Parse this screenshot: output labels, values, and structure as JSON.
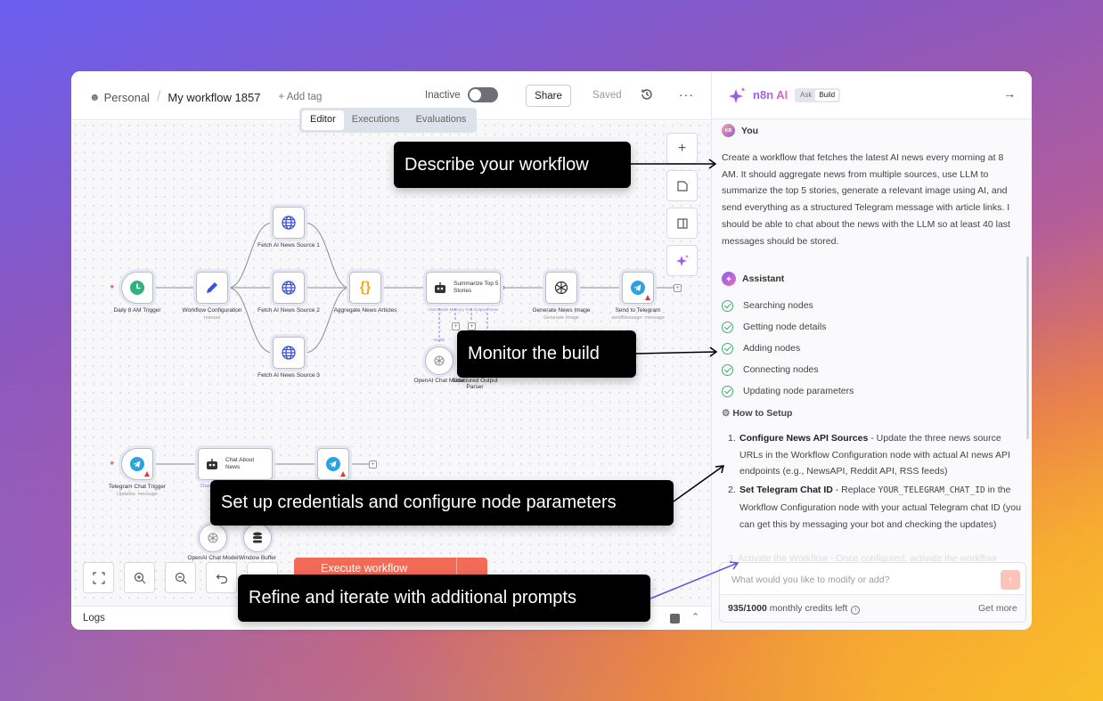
{
  "header": {
    "project": "Personal",
    "workflow_name": "My workflow 1857",
    "add_tag": "+ Add tag",
    "status_label": "Inactive",
    "share": "Share",
    "saved": "Saved",
    "more": "···"
  },
  "tabs": [
    {
      "label": "Editor",
      "active": true
    },
    {
      "label": "Executions",
      "active": false
    },
    {
      "label": "Evaluations",
      "active": false
    }
  ],
  "canvas": {
    "nodes": {
      "daily_trigger": {
        "label": "Daily 8 AM Trigger"
      },
      "workflow_config": {
        "label": "Workflow Configuration",
        "sub": "manual"
      },
      "fetch1": {
        "label": "Fetch AI News Source 1"
      },
      "fetch2": {
        "label": "Fetch AI News Source 2"
      },
      "fetch3": {
        "label": "Fetch AI News Source 3"
      },
      "aggregate": {
        "label": "Aggregate News Articles"
      },
      "summarize": {
        "label": "Summarize Top 5 Stories",
        "ports": "Chat Model  Memory  Tool  Output Parser"
      },
      "gen_image": {
        "label": "Generate News Image",
        "sub": "Generate Image"
      },
      "send_tg": {
        "label": "Send to Telegram",
        "sub": "sendMessage: message"
      },
      "openai_model": {
        "label": "OpenAI Chat Model",
        "port": "Model"
      },
      "output_parser": {
        "label": "Structured Output Parser"
      },
      "tg_chat_trigger": {
        "label": "Telegram Chat Trigger",
        "sub": "Updates: message"
      },
      "chat_about": {
        "label": "Chat About News",
        "ports": "Chat"
      },
      "openai_model2": {
        "label": "OpenAI Chat Model"
      },
      "window_buffer": {
        "label": "Window Buffer"
      }
    },
    "execute_button": "Execute workflow"
  },
  "logs": {
    "label": "Logs"
  },
  "panel": {
    "title": "n8n AI",
    "mode": [
      {
        "label": "Ask",
        "active": false
      },
      {
        "label": "Build",
        "active": true
      }
    ],
    "you_label": "You",
    "avatar_initials": "KB",
    "prompt": "Create a workflow that fetches the latest AI news every morning at 8 AM. It should aggregate news from multiple sources, use LLM to summarize the top 5 stories, generate a relevant image using AI, and send everything as a structured Telegram message with article links. I should be able to chat about the news with the LLM so at least 40 last messages should be stored.",
    "assistant_label": "Assistant",
    "steps": [
      "Searching nodes",
      "Getting node details",
      "Adding nodes",
      "Connecting nodes",
      "Updating node parameters"
    ],
    "how_to": "How to Setup",
    "setup": [
      {
        "num": "1.",
        "title": "Configure News API Sources",
        "text": " - Update the three news source URLs in the Workflow Configuration node with actual AI news API endpoints (e.g., NewsAPI, Reddit API, RSS feeds)"
      },
      {
        "num": "2.",
        "title": "Set Telegram Chat ID",
        "pre": " - Replace ",
        "code": "YOUR_TELEGRAM_CHAT_ID",
        "text": " in the Workflow Configuration node with your actual Telegram chat ID (you can get this by messaging your bot and checking the updates)"
      }
    ],
    "faded_line": "3. Activate the Workflow - Once configured, activate the workflow",
    "input_placeholder": "What would you like to modify or add?",
    "credits_count": "935/1000",
    "credits_text": " monthly credits left",
    "get_more": "Get more"
  },
  "callouts": {
    "describe": "Describe your workflow",
    "monitor": "Monitor the build",
    "setup": "Set up credentials and configure node parameters",
    "refine": "Refine and iterate with additional prompts"
  }
}
